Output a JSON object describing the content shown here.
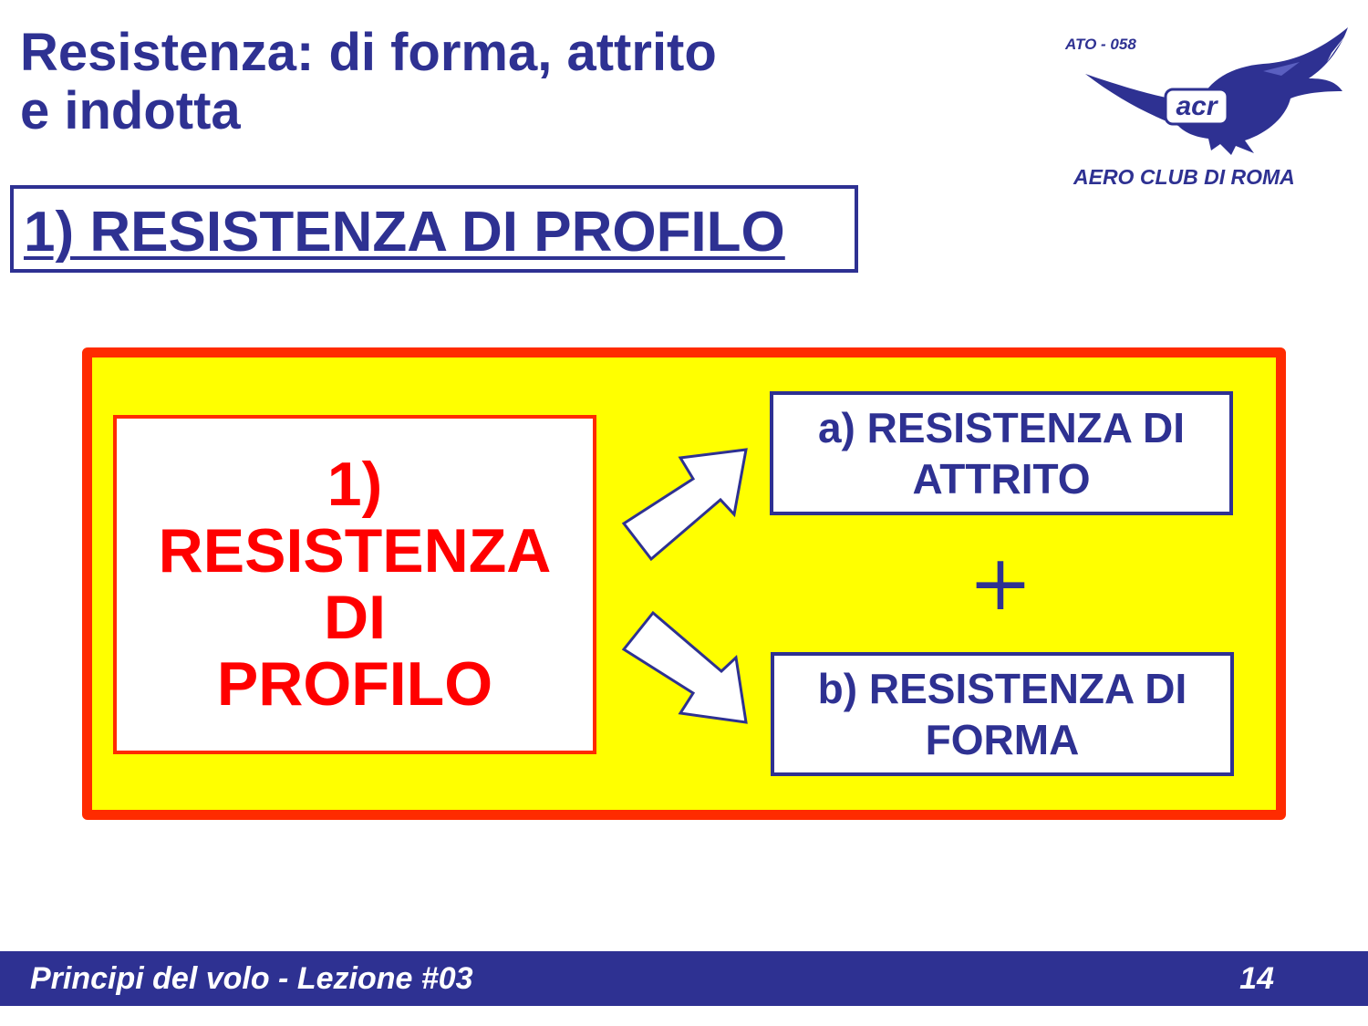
{
  "title": {
    "line1": "Resistenza: di forma, attrito",
    "line2": "e indotta"
  },
  "logo": {
    "top_text": "ATO - 058",
    "bottom_text": "AERO CLUB DI ROMA",
    "monogram": "acr",
    "icon": "eagle-icon"
  },
  "section": {
    "title": "1) RESISTENZA DI PROFILO"
  },
  "diagram": {
    "main": {
      "line1": "1)",
      "line2": "RESISTENZA",
      "line3": "DI",
      "line4": "PROFILO"
    },
    "component_a": {
      "line1": "a) RESISTENZA DI",
      "line2": "ATTRITO"
    },
    "component_b": {
      "line1": "b) RESISTENZA DI",
      "line2": "FORMA"
    },
    "operator": "+"
  },
  "footer": {
    "text": "Principi del volo - Lezione #03",
    "page": "14"
  },
  "colors": {
    "navy": "#2e3192",
    "red": "#ff2b00",
    "yellow": "#ffff00",
    "white": "#ffffff"
  }
}
